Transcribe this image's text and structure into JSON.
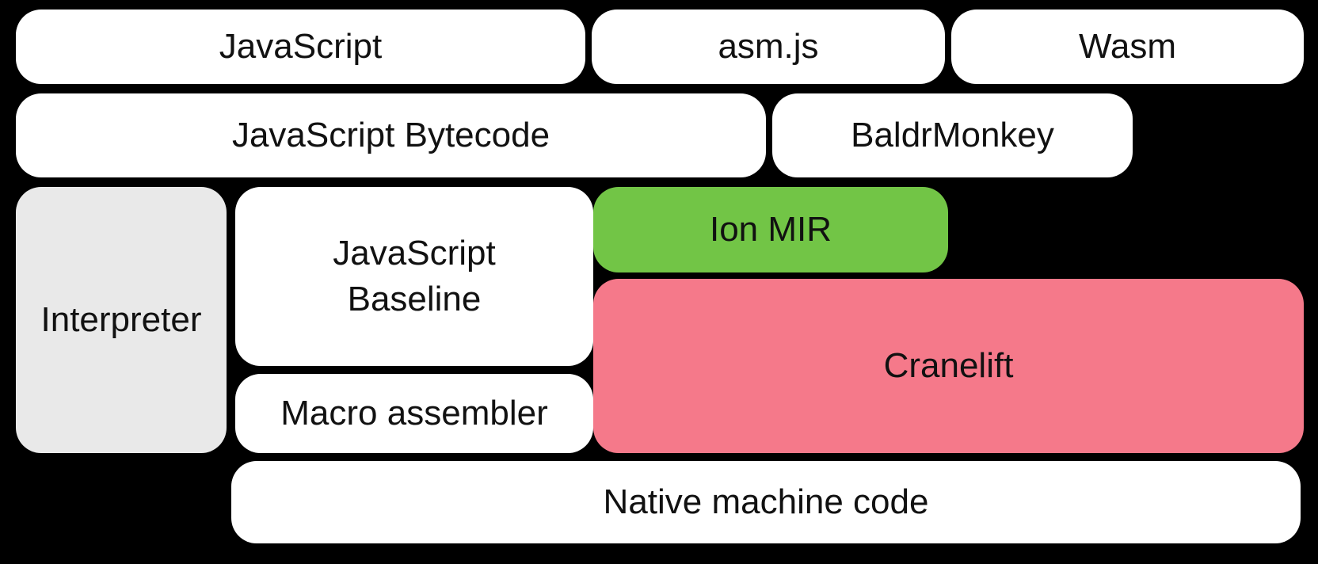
{
  "diagram": {
    "background_color": "#000000",
    "text_color": "#111111",
    "colors": {
      "default_box": "#ffffff",
      "interpreter_box": "#e9e9e9",
      "ion_mir_box": "#72c546",
      "cranelift_box": "#f5798a"
    },
    "boxes": {
      "javascript": {
        "label": "JavaScript"
      },
      "asm_js": {
        "label": "asm.js"
      },
      "wasm": {
        "label": "Wasm"
      },
      "javascript_bytecode": {
        "label": "JavaScript Bytecode"
      },
      "baldrmonkey": {
        "label": "BaldrMonkey"
      },
      "interpreter": {
        "label": "Interpreter"
      },
      "javascript_baseline": {
        "label": "JavaScript\nBaseline"
      },
      "ion_mir": {
        "label": "Ion MIR"
      },
      "cranelift": {
        "label": "Cranelift"
      },
      "macro_assembler": {
        "label": "Macro assembler"
      },
      "native_machine_code": {
        "label": "Native machine code"
      }
    }
  }
}
